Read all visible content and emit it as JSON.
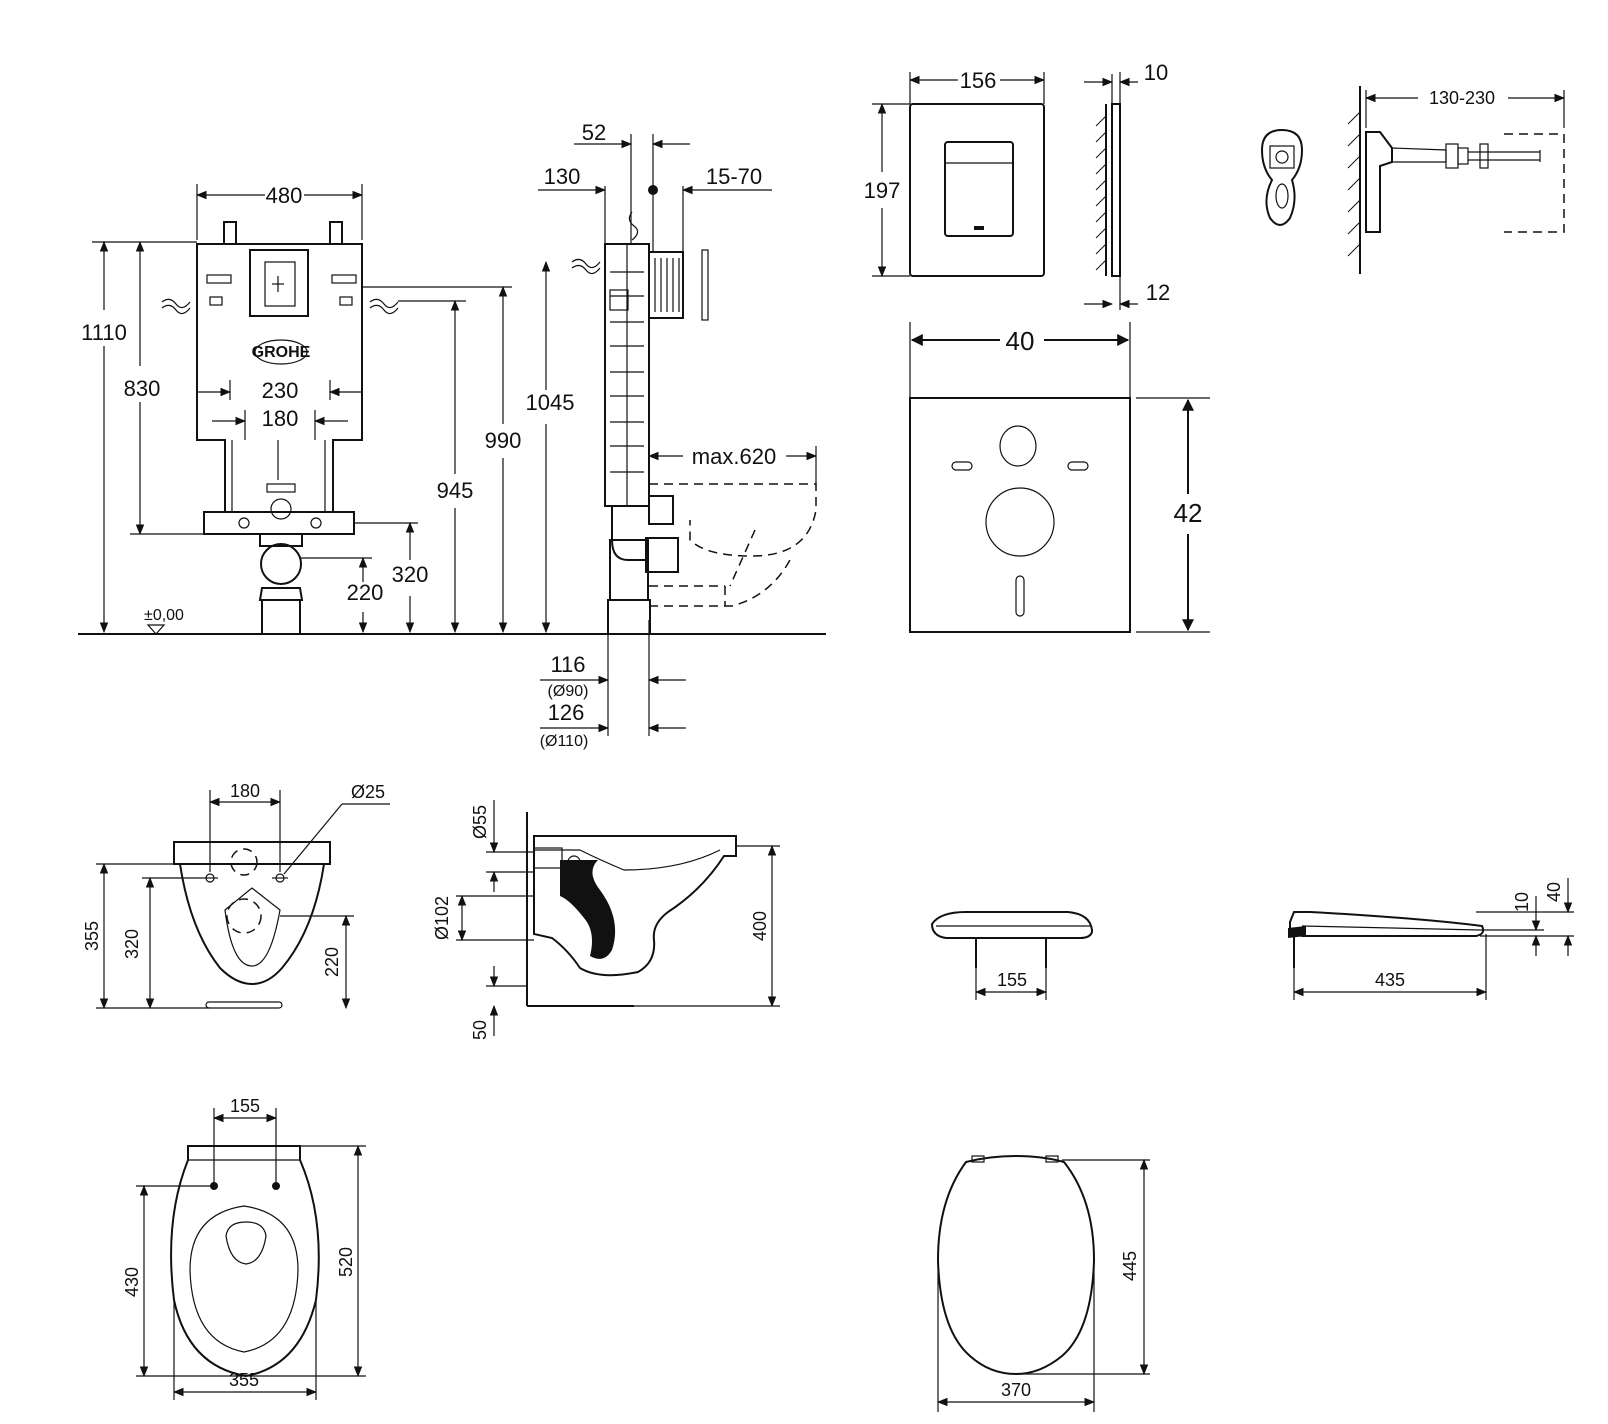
{
  "frame": {
    "width": "480",
    "height": "1110",
    "pipe_height": "830",
    "spacing_230": "230",
    "spacing_180": "180",
    "h_1045": "1045",
    "h_990": "990",
    "h_945": "945",
    "h_320": "320",
    "h_220": "220",
    "floor_level": "±0,00"
  },
  "side": {
    "d52": "52",
    "d130": "130",
    "d15_70": "15-70",
    "max620": "max.620",
    "d116": "116",
    "d116_sub": "(Ø90)",
    "d126": "126",
    "d126_sub": "(Ø110)"
  },
  "flush_plate": {
    "width": "156",
    "height": "197",
    "depth_top": "10",
    "depth_bottom": "12"
  },
  "bolt": {
    "range": "130-230"
  },
  "mat": {
    "width": "40",
    "height": "42"
  },
  "bowl_front": {
    "spacing": "180",
    "hole": "Ø25",
    "h355": "355",
    "h320": "320",
    "h220": "220"
  },
  "bowl_side": {
    "d55": "Ø55",
    "d102": "Ø102",
    "h400": "400",
    "d50": "50"
  },
  "seat_front": {
    "spacing": "155"
  },
  "seat_side": {
    "length": "435",
    "h10": "10",
    "h40": "40"
  },
  "bowl_top": {
    "spacing": "155",
    "h430": "430",
    "h520": "520",
    "w355": "355"
  },
  "seat_top": {
    "h445": "445",
    "w370": "370"
  },
  "brand_logo": "GROHE"
}
